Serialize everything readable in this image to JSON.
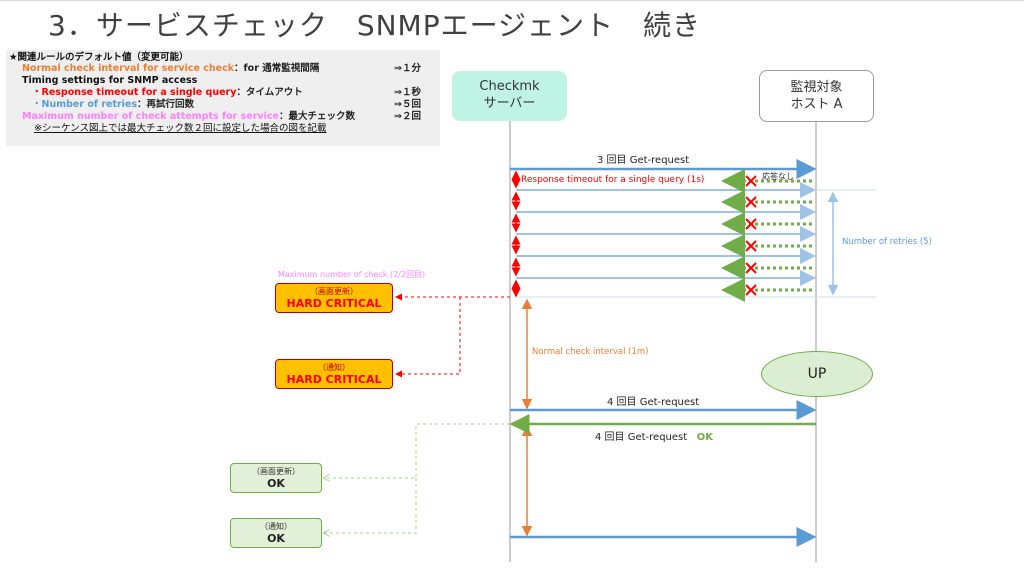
{
  "title": "3．サービスチェック　SNMPエージェント　続き",
  "info": {
    "heading": "★関連ルールのデフォルト値（変更可能）",
    "normal_interval_en": "Normal check interval for service check",
    "normal_interval_jp": "：for 通常監視間隔",
    "normal_interval_val": "⇒１分",
    "timing_settings": "Timing settings for SNMP access",
    "response_timeout_en": "・Response timeout for a single query",
    "response_timeout_jp": "：タイムアウト",
    "response_timeout_val": "⇒１秒",
    "retries_en": "・Number of retries",
    "retries_jp": "：再試行回数",
    "retries_val": "⇒５回",
    "max_attempts_en": "Maximum number of check attempts for service",
    "max_attempts_jp": "：最大チェック数",
    "max_attempts_val": "⇒２回",
    "note": "※シーケンス図上では最大チェック数２回に設定した場合の図を記載"
  },
  "nodes": {
    "checkmk_line1": "Checkmk",
    "checkmk_line2": "サーバー",
    "host_line1": "監視対象",
    "host_line2": "ホスト A",
    "up": "UP"
  },
  "labels": {
    "get3": "3 回目 Get-request",
    "no_response": "応答なし",
    "response_timeout": "Response timeout for a single query (1s)",
    "retries": "Number of retries (5)",
    "max_checks": "Maximum number of check (2/2回目)",
    "normal_interval": "Normal check interval (1m)",
    "get4": "4 回目 Get-request",
    "get4_reply": "4 回目 Get-request",
    "get4_ok": "OK"
  },
  "status_boxes": [
    {
      "sub": "（画面更新）",
      "main": "HARD CRITICAL"
    },
    {
      "sub": "（通知）",
      "main": "HARD CRITICAL"
    },
    {
      "sub": "（画面更新）",
      "main": "OK"
    },
    {
      "sub": "（通知）",
      "main": "OK"
    }
  ],
  "colors": {
    "request_arrow": "#5b9bd5",
    "retry_arrow": "#9dc3e6",
    "timeout_marker": "#ff0000",
    "no_response_arrow": "#70ad47",
    "x_mark": "#ff0000",
    "interval_arrow": "#ed7d31",
    "ok_reply": "#70ad47"
  }
}
